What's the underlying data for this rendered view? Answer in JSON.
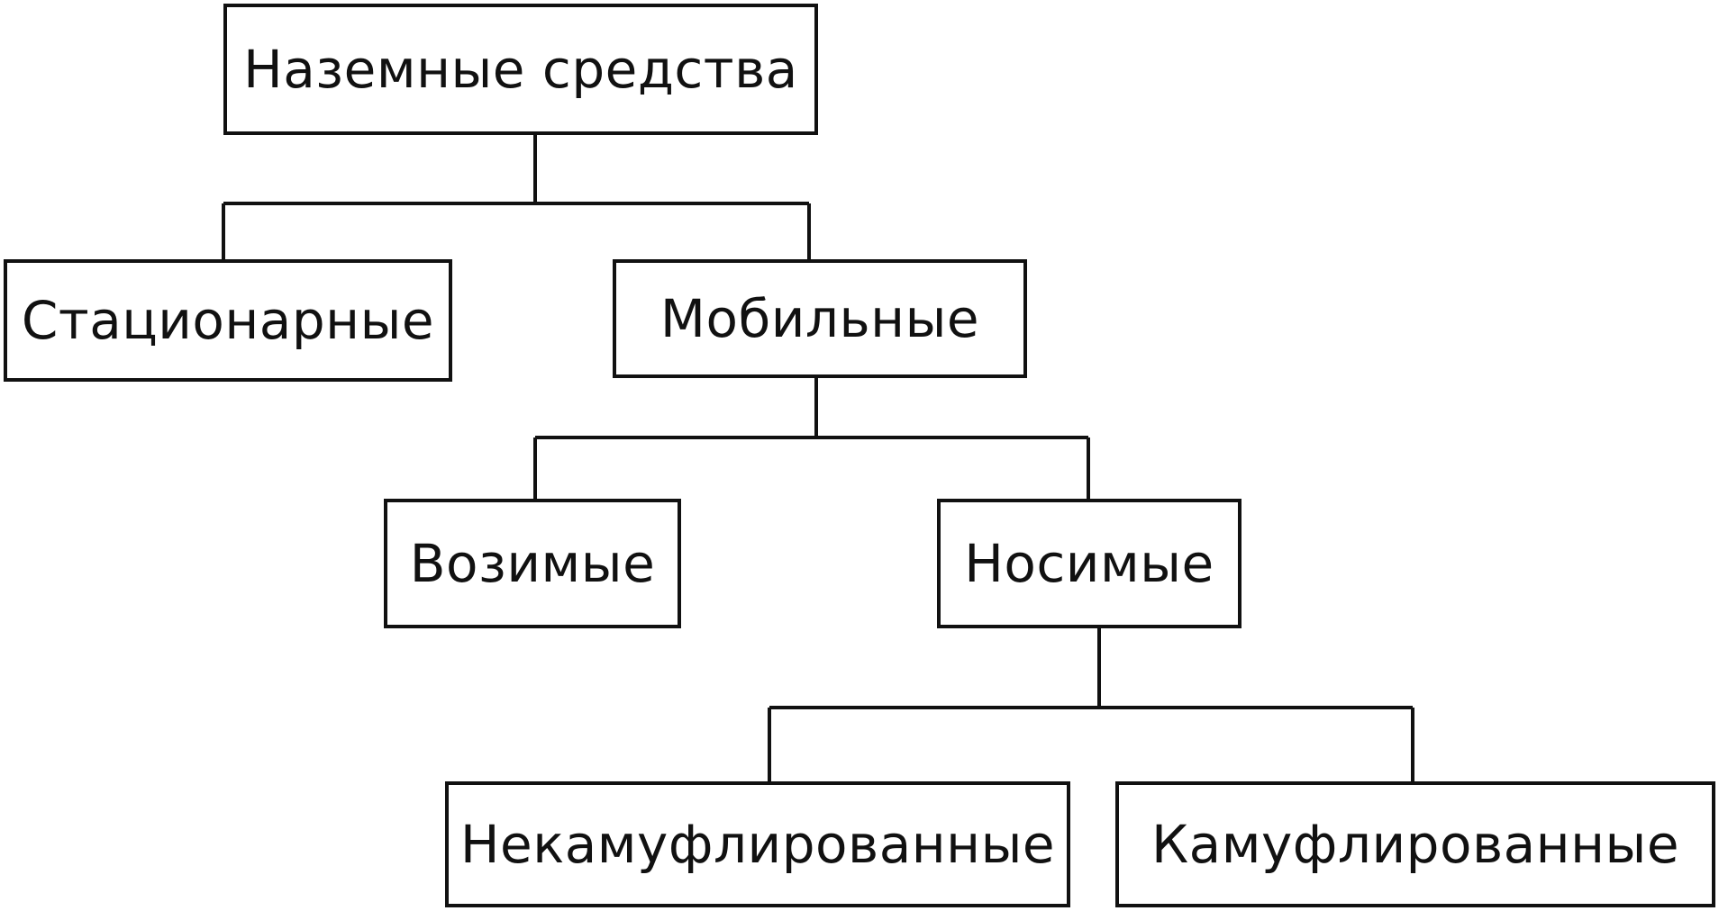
{
  "diagram": {
    "type": "tree",
    "nodes": {
      "root": "Наземные средства",
      "stationary": "Стационарные",
      "mobile": "Мобильные",
      "vehicle": "Возимые",
      "portable": "Носимые",
      "uncamouflaged": "Некамуфлированные",
      "camouflaged": "Камуфлированные"
    },
    "edges": [
      [
        "root",
        "stationary"
      ],
      [
        "root",
        "mobile"
      ],
      [
        "mobile",
        "vehicle"
      ],
      [
        "mobile",
        "portable"
      ],
      [
        "portable",
        "uncamouflaged"
      ],
      [
        "portable",
        "camouflaged"
      ]
    ]
  }
}
